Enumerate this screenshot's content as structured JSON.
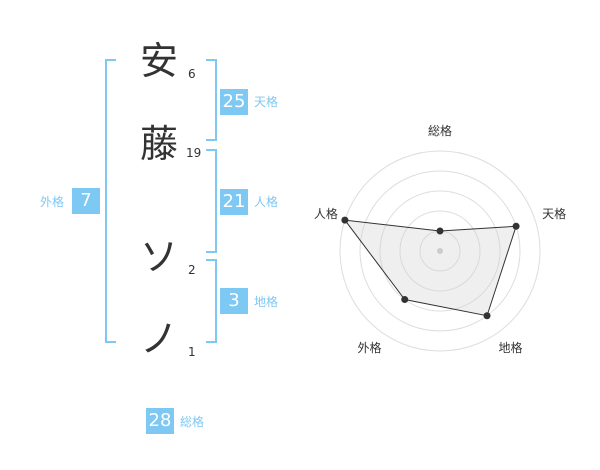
{
  "name_chars": [
    {
      "char": "安",
      "strokes": "6"
    },
    {
      "char": "藤",
      "strokes": "19"
    },
    {
      "char": "ソ",
      "strokes": "2"
    },
    {
      "char": "ノ",
      "strokes": "1"
    }
  ],
  "fortunes": {
    "tenkaku": {
      "value": "25",
      "label": "天格"
    },
    "jinkaku": {
      "value": "21",
      "label": "人格"
    },
    "chikaku": {
      "value": "3",
      "label": "地格"
    },
    "gaikaku": {
      "value": "7",
      "label": "外格"
    },
    "soukaku": {
      "value": "28",
      "label": "総格"
    }
  },
  "colors": {
    "accent": "#7ec8f4",
    "text": "#333333"
  },
  "chart_data": {
    "type": "radar",
    "axes": [
      "総格",
      "天格",
      "地格",
      "外格",
      "人格"
    ],
    "values": [
      1,
      4,
      4,
      3,
      5
    ],
    "max": 5,
    "rings": 5
  }
}
